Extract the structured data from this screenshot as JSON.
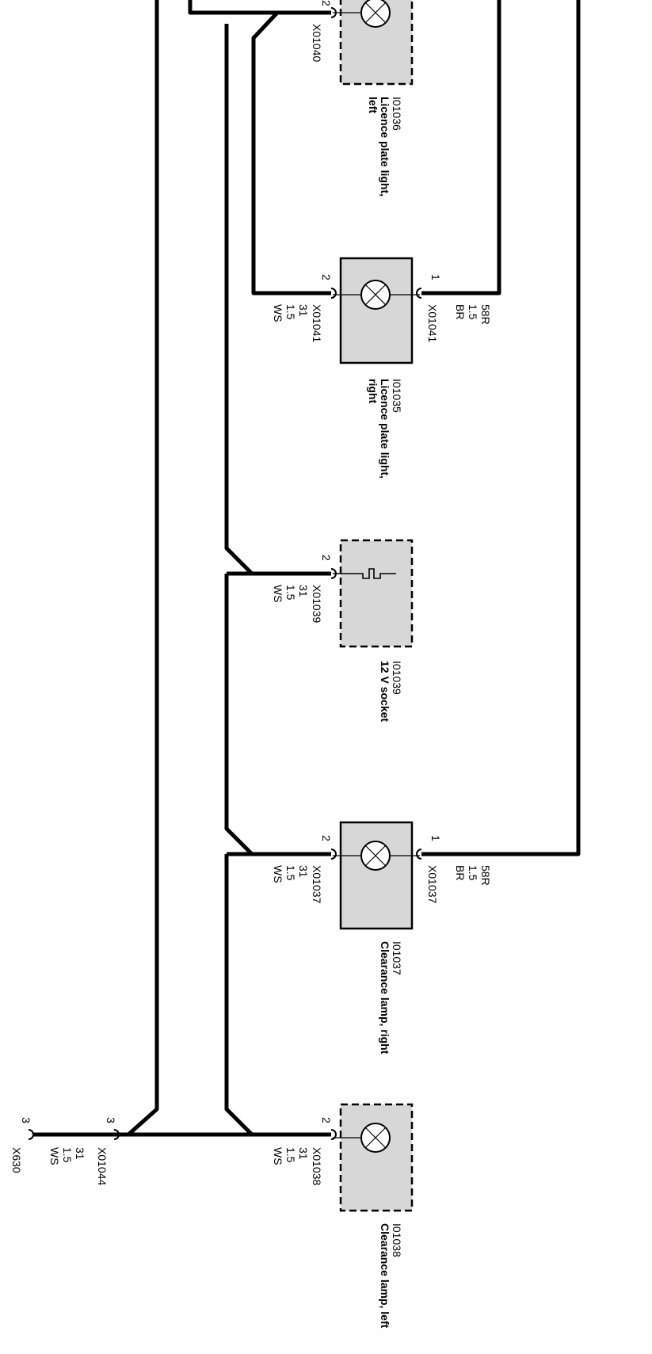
{
  "components": [
    {
      "id": "I01036",
      "name": "Licence plate light, left",
      "name_line1": "Licence plate light,",
      "name_line2": "left",
      "type": "lamp",
      "outline": "dashed",
      "pin2": {
        "pin": "2",
        "connector": "X01040"
      }
    },
    {
      "id": "I01035",
      "name": "Licence plate light, right",
      "name_line1": "Licence plate light,",
      "name_line2": "right",
      "type": "lamp",
      "outline": "solid",
      "pin1": {
        "pin": "1",
        "connector": "X01041",
        "signal": "58R",
        "size": "1.5",
        "color": "BR"
      },
      "pin2": {
        "pin": "2",
        "connector": "X01041",
        "signal": "31",
        "size": "1.5",
        "color": "WS"
      }
    },
    {
      "id": "I01039",
      "name": "12 V socket",
      "type": "socket",
      "outline": "dashed",
      "pin2": {
        "pin": "2",
        "connector": "X01039",
        "signal": "31",
        "size": "1.5",
        "color": "WS"
      }
    },
    {
      "id": "I01037",
      "name": "Clearance lamp, right",
      "type": "lamp",
      "outline": "solid",
      "pin1": {
        "pin": "1",
        "connector": "X01037",
        "signal": "58R",
        "size": "1.5",
        "color": "BR"
      },
      "pin2": {
        "pin": "2",
        "connector": "X01037",
        "signal": "31",
        "size": "1.5",
        "color": "WS"
      }
    },
    {
      "id": "I01038",
      "name": "Clearance lamp, left",
      "type": "lamp",
      "outline": "dashed",
      "pin2": {
        "pin": "2",
        "connector": "X01038",
        "signal": "31",
        "size": "1.5",
        "color": "WS"
      }
    }
  ],
  "ground_trunk": {
    "junction": {
      "pin": "3",
      "connector": "X01044",
      "signal": "31",
      "size": "1.5",
      "color": "WS"
    },
    "end": {
      "pin": "3",
      "connector": "X630"
    }
  }
}
